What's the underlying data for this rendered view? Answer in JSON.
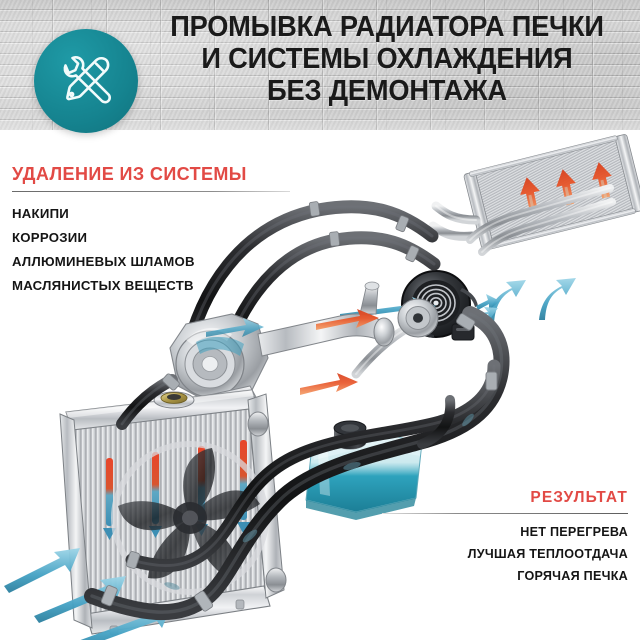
{
  "header": {
    "title_lines": [
      "ПРОМЫВКА РАДИАТОРА ПЕЧКИ",
      "И СИСТЕМЫ ОХЛАЖДЕНИЯ",
      "БЕЗ ДЕМОНТАЖА"
    ],
    "logo_icon": "wrench-screwdriver-icon",
    "background": "brick-wall-texture"
  },
  "removal": {
    "heading": "УДАЛЕНИЕ ИЗ СИСТЕМЫ",
    "items": [
      "НАКИПИ",
      "КОРРОЗИИ",
      "АЛЛЮМИНЕВЫХ ШЛАМОВ",
      "МАСЛЯНИСТЫХ ВЕЩЕСТВ"
    ]
  },
  "result": {
    "heading": "РЕЗУЛЬТАТ",
    "items": [
      "НЕТ ПЕРЕГРЕВА",
      "ЛУЧШАЯ ТЕПЛООТДАЧА",
      "ГОРЯЧАЯ ПЕЧКА"
    ]
  },
  "illustration": {
    "description": "Схема системы охлаждения двигателя и отопителя салона",
    "parts": [
      {
        "name": "radiator",
        "label": "Радиатор охлаждения"
      },
      {
        "name": "cooling-fan",
        "label": "Вентилятор"
      },
      {
        "name": "heater-core",
        "label": "Радиатор печки"
      },
      {
        "name": "blower-fan",
        "label": "Вентилятор отопителя"
      },
      {
        "name": "water-pump",
        "label": "Водяной насос"
      },
      {
        "name": "thermostat-housing",
        "label": "Корпус термостата"
      },
      {
        "name": "expansion-tank",
        "label": "Расширительный бачок"
      },
      {
        "name": "hoses",
        "label": "Патрубки"
      }
    ],
    "arrows": {
      "hot_flow_color": "#e8562a",
      "cold_flow_color": "#2f8fb0",
      "air_flow_color": "#1b7e9c"
    }
  },
  "colors": {
    "accent_teal": "#15838f",
    "accent_red": "#e24a45",
    "text_dark": "#151515",
    "brick_gray": "#d4d4d4"
  }
}
